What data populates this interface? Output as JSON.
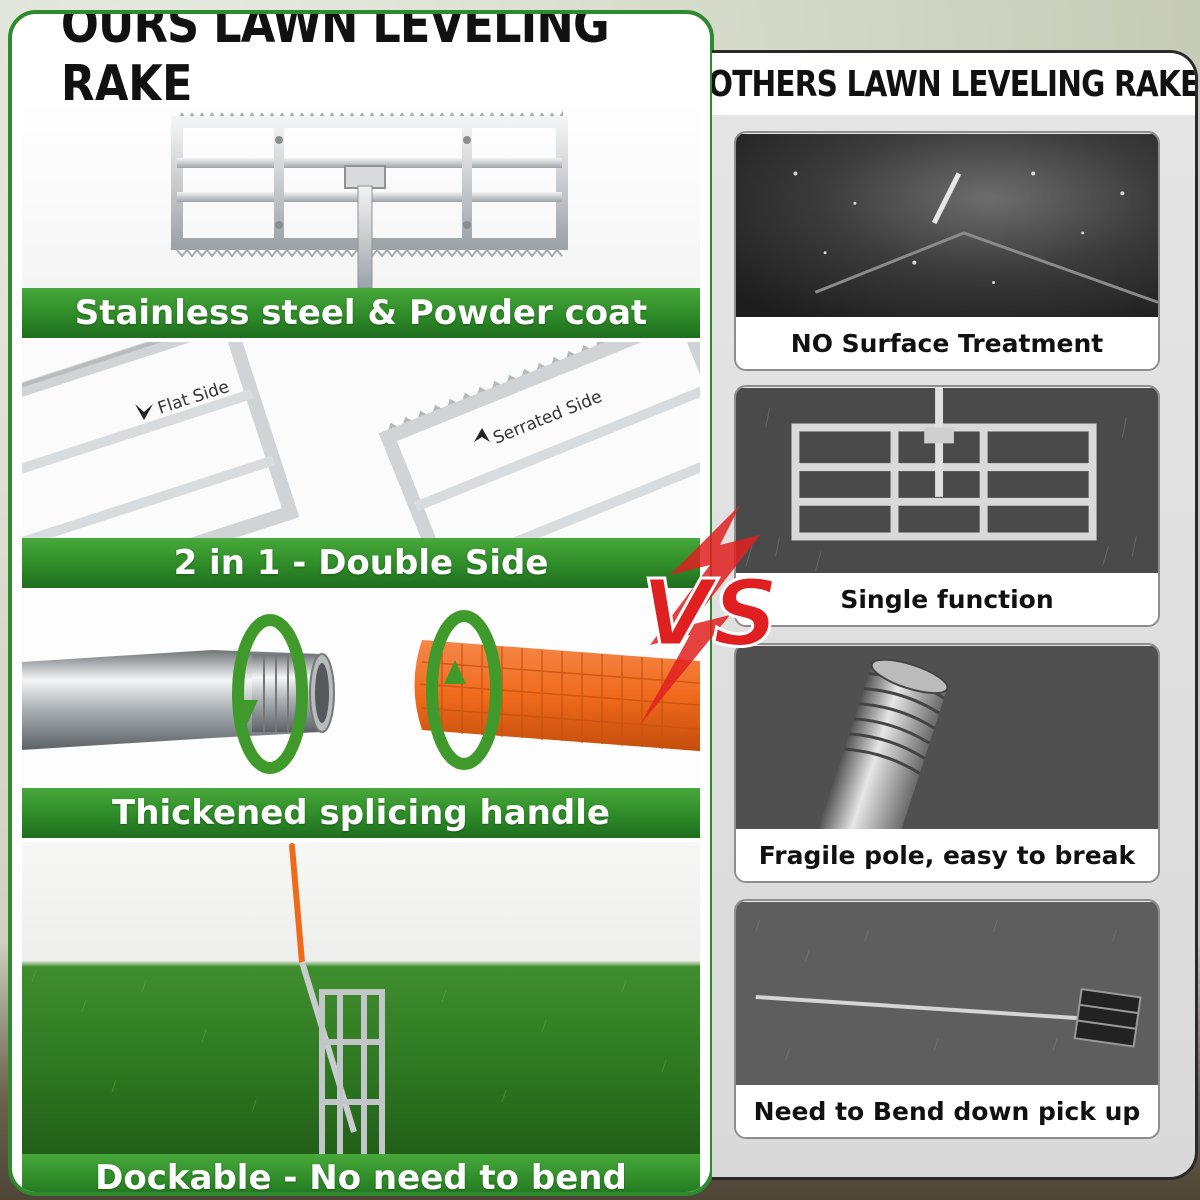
{
  "ours": {
    "title": "OURS LAWN LEVELING RAKE",
    "sections": [
      {
        "caption": "Stainless steel & Powder coat"
      },
      {
        "caption": "2 in 1 - Double Side",
        "labels": {
          "flat": "Flat Side",
          "serrated": "Serrated Side"
        }
      },
      {
        "caption": "Thickened splicing handle"
      },
      {
        "caption": "Dockable - No need to bend"
      }
    ]
  },
  "others": {
    "title": "OTHERS LAWN LEVELING RAKE",
    "cards": [
      {
        "caption": "NO  Surface Treatment"
      },
      {
        "caption": "Single function"
      },
      {
        "caption": "Fragile pole, easy to break"
      },
      {
        "caption": "Need to Bend down pick up"
      }
    ]
  },
  "vs_label": "VS",
  "colors": {
    "brand_green": "#2e8b28",
    "vs_red": "#e02020",
    "grip_orange": "#f06a1c"
  }
}
